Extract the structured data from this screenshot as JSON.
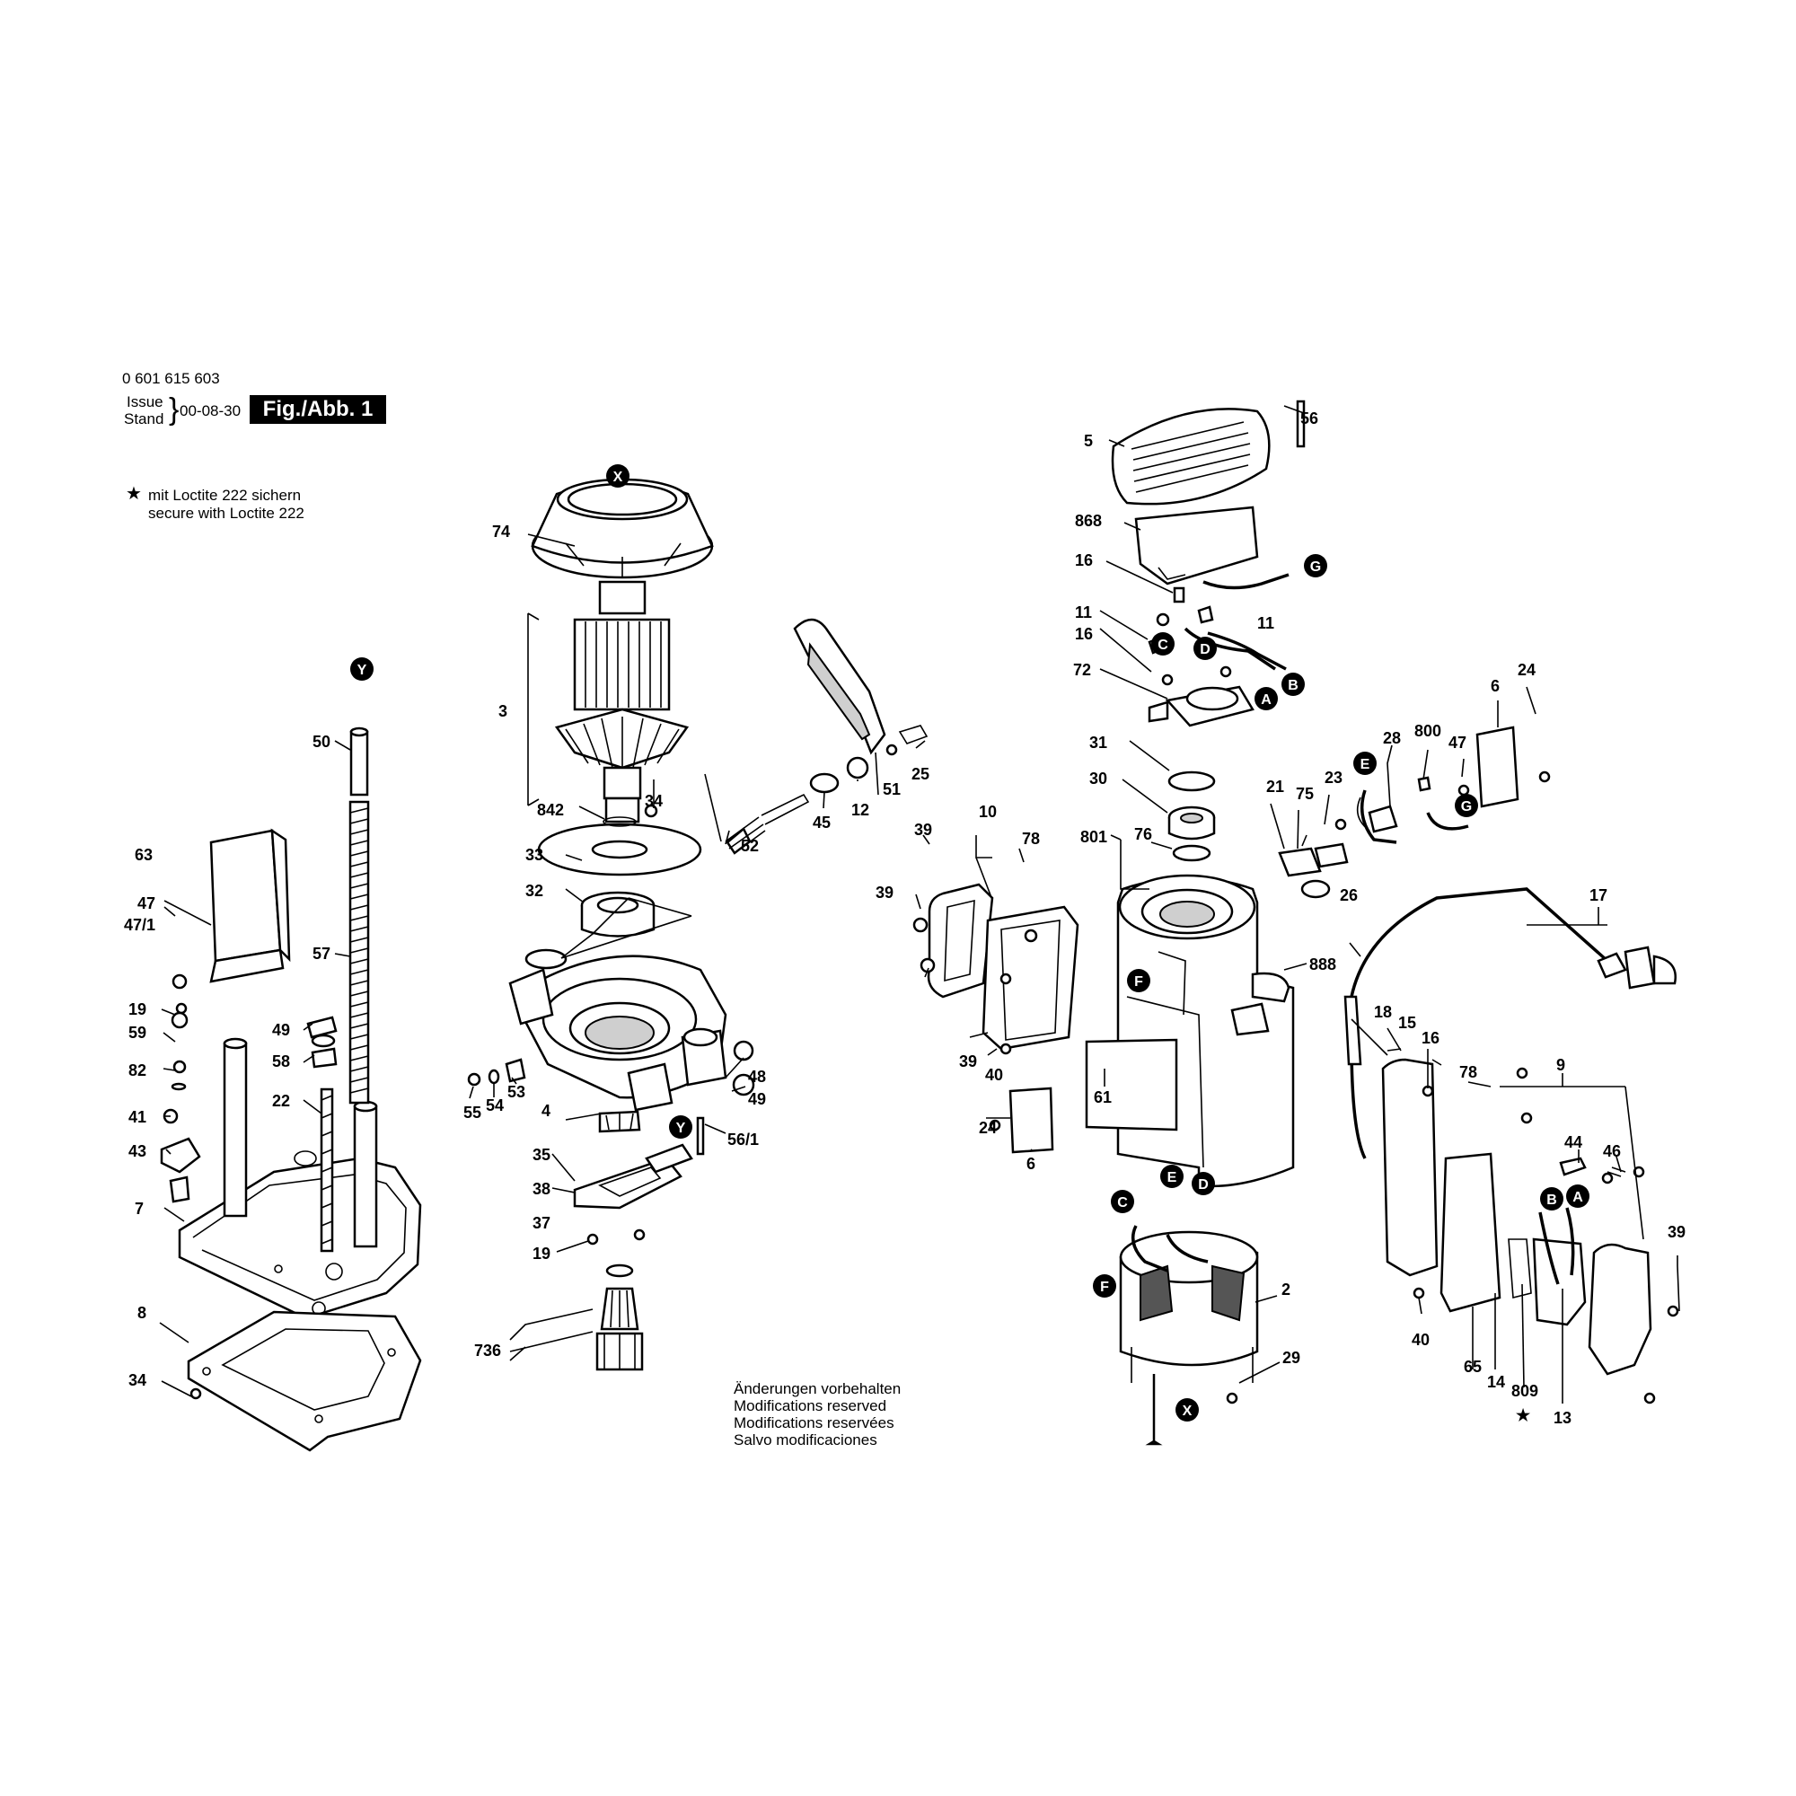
{
  "header": {
    "part_number": "0 601 615 603",
    "issue_label_1": "Issue",
    "issue_label_2": "Stand",
    "issue_date": "00-08-30",
    "figure_label": "Fig./Abb. 1"
  },
  "notes": {
    "star": "★",
    "loctite_de": "mit Loctite 222 sichern",
    "loctite_en": "secure with Loctite 222"
  },
  "footer_notes": {
    "line_de": "Änderungen vorbehalten",
    "line_en": "Modifications reserved",
    "line_fr": "Modifications reservées",
    "line_es": "Salvo modificaciones"
  },
  "connection_markers": [
    "X",
    "Y",
    "Y",
    "X",
    "G",
    "G",
    "C",
    "D",
    "A",
    "B",
    "E",
    "F",
    "E",
    "D",
    "C",
    "F",
    "B",
    "A"
  ],
  "part_labels": [
    "3",
    "74",
    "842",
    "34",
    "33",
    "32",
    "4",
    "35",
    "38",
    "37",
    "19",
    "736",
    "55",
    "54",
    "53",
    "48",
    "49",
    "56/1",
    "50",
    "57",
    "63",
    "47",
    "47/1",
    "19",
    "59",
    "82",
    "41",
    "43",
    "7",
    "8",
    "34",
    "49",
    "58",
    "22",
    "52",
    "45",
    "12",
    "51",
    "25",
    "5",
    "56",
    "868",
    "16",
    "11",
    "16",
    "11",
    "72",
    "31",
    "30",
    "801",
    "76",
    "888",
    "61",
    "39",
    "10",
    "78",
    "39",
    "39",
    "40",
    "24",
    "6",
    "2",
    "29",
    "21",
    "75",
    "23",
    "28",
    "800",
    "47",
    "6",
    "24",
    "26",
    "17",
    "18",
    "15",
    "16",
    "78",
    "9",
    "44",
    "46",
    "39",
    "40",
    "65",
    "14",
    "809",
    "13"
  ]
}
